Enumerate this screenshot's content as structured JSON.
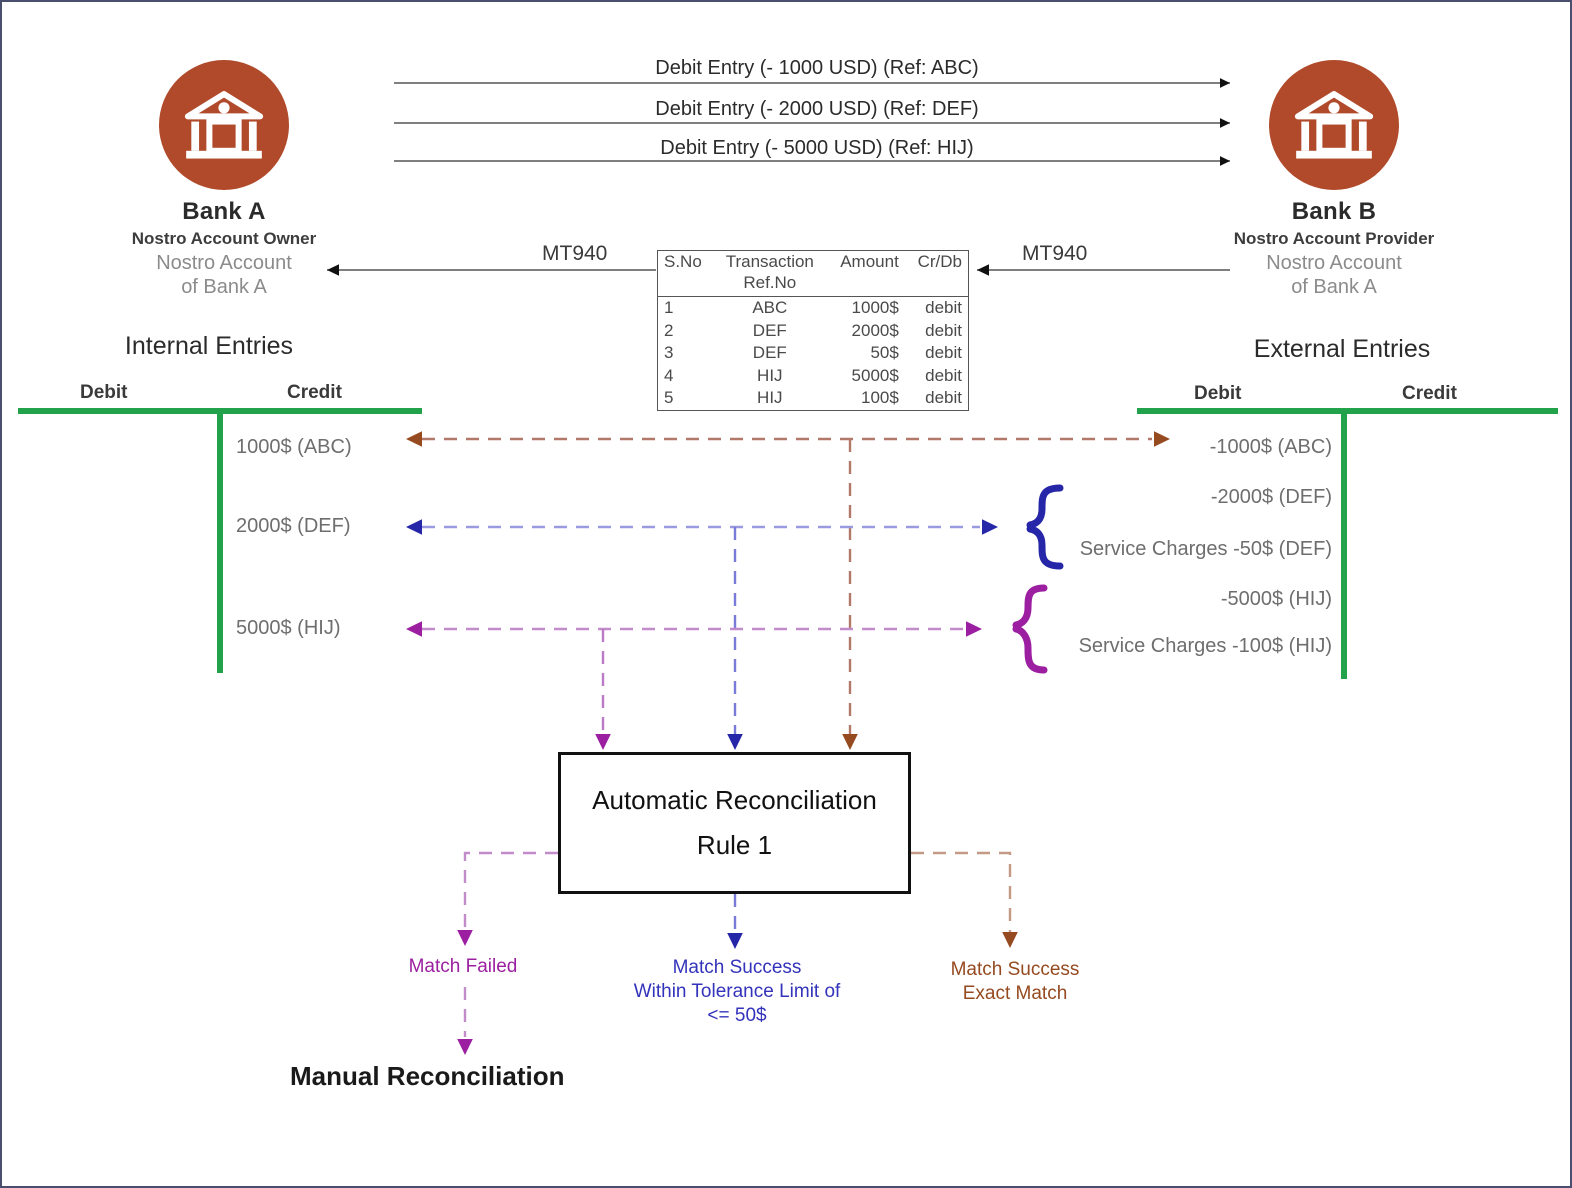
{
  "banks": {
    "left": {
      "icon": "bank-icon",
      "name": "Bank A",
      "role": "Nostro Account Owner",
      "account_line1": "Nostro Account",
      "account_line2": "of Bank A",
      "entries_title": "Internal Entries",
      "debit_label": "Debit",
      "credit_label": "Credit"
    },
    "right": {
      "icon": "bank-icon",
      "name": "Bank B",
      "role": "Nostro Account Provider",
      "account_line1": "Nostro Account",
      "account_line2": "of Bank A",
      "entries_title": "External Entries",
      "debit_label": "Debit",
      "credit_label": "Credit"
    }
  },
  "brand_color": "#b04a2a",
  "accent_colors": {
    "green": "#22a24a",
    "brown": "#954a20",
    "blue": "#2626a8",
    "purple": "#9b1fa0"
  },
  "debit_flows": [
    {
      "label": "Debit Entry (- 1000 USD) (Ref: ABC)"
    },
    {
      "label": "Debit Entry (- 2000 USD) (Ref: DEF)"
    },
    {
      "label": "Debit Entry (- 5000 USD) (Ref: HIJ)"
    }
  ],
  "statement": {
    "left_label": "MT940",
    "right_label": "MT940",
    "columns": [
      "S.No",
      "Transaction",
      "Amount",
      "Cr/Db"
    ],
    "column_sub": "Ref.No",
    "rows": [
      {
        "sno": "1",
        "ref": "ABC",
        "amount": "1000$",
        "crdb": "debit"
      },
      {
        "sno": "2",
        "ref": "DEF",
        "amount": "2000$",
        "crdb": "debit"
      },
      {
        "sno": "3",
        "ref": "DEF",
        "amount": "50$",
        "crdb": "debit"
      },
      {
        "sno": "4",
        "ref": "HIJ",
        "amount": "5000$",
        "crdb": "debit"
      },
      {
        "sno": "5",
        "ref": "HIJ",
        "amount": "100$",
        "crdb": "debit"
      }
    ]
  },
  "internal_entries": [
    {
      "text": "1000$ (ABC)"
    },
    {
      "text": "2000$ (DEF)"
    },
    {
      "text": "5000$ (HIJ)"
    }
  ],
  "external_entries": [
    {
      "text": "-1000$ (ABC)"
    },
    {
      "text": "-2000$ (DEF)"
    },
    {
      "text": "Service Charges -50$ (DEF)"
    },
    {
      "text": "-5000$ (HIJ)"
    },
    {
      "text": "Service Charges -100$ (HIJ)"
    }
  ],
  "recon": {
    "title": "Automatic Reconciliation",
    "rule": "Rule 1"
  },
  "results": {
    "failed": {
      "line1": "Match Failed"
    },
    "tolerance": {
      "line1": "Match Success",
      "line2": "Within Tolerance Limit of",
      "line3": "<= 50$"
    },
    "exact": {
      "line1": "Match Success",
      "line2": "Exact Match"
    },
    "manual": "Manual Reconciliation"
  }
}
